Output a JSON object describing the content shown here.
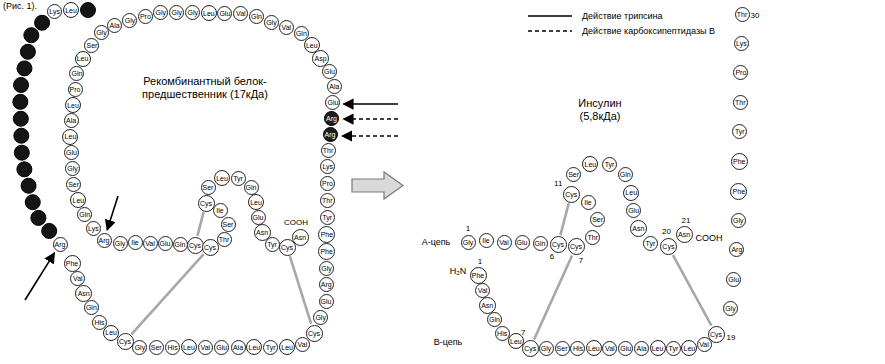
{
  "diagram": {
    "nodes": [
      {
        "text": [
          "Leu"
        ]
      },
      {
        "text": [
          "Lys"
        ]
      },
      {
        "text": [
          "Arg"
        ]
      },
      {
        "text": [
          "Phe"
        ]
      },
      {
        "text": [
          "Val"
        ]
      },
      {
        "text": [
          "Asn"
        ]
      },
      {
        "text": [
          "Gln"
        ]
      },
      {
        "text": [
          "His"
        ]
      },
      {
        "text": [
          "Leu"
        ]
      },
      {
        "text": [
          "Cys"
        ]
      },
      {
        "text": [
          "Gly"
        ]
      },
      {
        "text": [
          "Ser"
        ]
      },
      {
        "text": [
          "His"
        ]
      },
      {
        "text": [
          "Leu"
        ]
      },
      {
        "text": [
          "Val"
        ]
      },
      {
        "text": [
          "Glu"
        ]
      },
      {
        "text": [
          "Ala"
        ]
      },
      {
        "text": [
          "Leu"
        ]
      },
      {
        "text": [
          "Tyr"
        ]
      },
      {
        "text": [
          "Leu"
        ]
      },
      {
        "text": [
          "Val"
        ]
      },
      {
        "text": [
          "Cys"
        ]
      },
      {
        "text": [
          "Gly"
        ]
      },
      {
        "text": [
          "Glu"
        ]
      },
      {
        "text": [
          "Arg"
        ]
      },
      {
        "text": [
          "Gly"
        ]
      },
      {
        "text": [
          "Phe"
        ]
      },
      {
        "text": [
          "Phe"
        ]
      },
      {
        "text": [
          "Tyr"
        ]
      },
      {
        "text": [
          "Thr"
        ]
      },
      {
        "text": [
          "Pro"
        ]
      },
      {
        "text": [
          "Lys"
        ]
      },
      {
        "text": [
          "Thr"
        ]
      },
      {
        "text": [
          "Arg"
        ]
      },
      {
        "text": [
          "Arg"
        ]
      },
      {
        "text": [
          "Glu"
        ]
      },
      {
        "text": [
          "Ala"
        ]
      },
      {
        "text": [
          "Glu"
        ]
      },
      {
        "text": [
          "Asp"
        ]
      },
      {
        "text": [
          "Leu"
        ]
      },
      {
        "text": [
          "Gln"
        ]
      },
      {
        "text": [
          "Val"
        ]
      },
      {
        "text": [
          "Gly"
        ]
      },
      {
        "text": [
          "Gln"
        ]
      },
      {
        "text": [
          "Val"
        ]
      },
      {
        "text": [
          "Glu"
        ]
      },
      {
        "text": [
          "Leu"
        ]
      },
      {
        "text": [
          "Gly"
        ]
      },
      {
        "text": [
          "Gly"
        ]
      },
      {
        "text": [
          "Gly"
        ]
      },
      {
        "text": [
          "Pro"
        ]
      },
      {
        "text": [
          "Gly"
        ]
      },
      {
        "text": [
          "Ala"
        ]
      },
      {
        "text": [
          "Gly"
        ]
      },
      {
        "text": [
          "Ser"
        ]
      },
      {
        "text": [
          "Leu"
        ]
      },
      {
        "text": [
          "Gln"
        ]
      },
      {
        "text": [
          "Pro"
        ]
      },
      {
        "text": [
          "Leu"
        ]
      },
      {
        "text": [
          "Ala"
        ]
      },
      {
        "text": [
          "Leu"
        ]
      },
      {
        "text": [
          "Glu"
        ]
      },
      {
        "text": [
          "Gly"
        ]
      },
      {
        "text": [
          "Ser"
        ]
      },
      {
        "text": [
          "Leu"
        ]
      },
      {
        "text": [
          "Gln"
        ]
      },
      {
        "text": [
          "Lys"
        ]
      },
      {
        "text": [
          "Arg"
        ]
      },
      {
        "text": [
          "Gly"
        ]
      },
      {
        "text": [
          "Ile"
        ]
      },
      {
        "text": [
          "Val"
        ]
      },
      {
        "text": [
          "Glu"
        ]
      },
      {
        "text": [
          "Gln"
        ]
      },
      {
        "text": [
          "Cys"
        ]
      },
      {
        "text": [
          "Cys"
        ]
      },
      {
        "text": [
          "Thr"
        ]
      },
      {
        "text": [
          "Ser"
        ]
      },
      {
        "text": [
          "Ile"
        ]
      },
      {
        "text": [
          "Cys"
        ]
      },
      {
        "text": [
          "Ser"
        ]
      },
      {
        "text": [
          "Leu"
        ]
      },
      {
        "text": [
          "Tyr"
        ]
      },
      {
        "text": [
          "Gln"
        ]
      },
      {
        "text": [
          "Leu"
        ]
      },
      {
        "text": [
          "Glu"
        ]
      },
      {
        "text": [
          "Asn"
        ]
      },
      {
        "text": [
          "Tyr"
        ]
      },
      {
        "text": [
          "Cys"
        ]
      },
      {
        "text": [
          "Asn"
        ]
      },
      {
        "text": [
          "Gly"
        ]
      },
      {
        "text": [
          "Ile"
        ]
      },
      {
        "text": [
          "Val"
        ]
      },
      {
        "text": [
          "Glu"
        ]
      },
      {
        "text": [
          "Gln"
        ]
      },
      {
        "text": [
          "Cys"
        ]
      },
      {
        "text": [
          "Cys"
        ]
      },
      {
        "text": [
          "Thr"
        ]
      },
      {
        "text": [
          "Ser"
        ]
      },
      {
        "text": [
          "Ile"
        ]
      },
      {
        "text": [
          "Cys"
        ]
      },
      {
        "text": [
          "Ser"
        ]
      },
      {
        "text": [
          "Leu"
        ]
      },
      {
        "text": [
          "Tyr"
        ]
      },
      {
        "text": [
          "Gln"
        ]
      },
      {
        "text": [
          "Leu"
        ]
      },
      {
        "text": [
          "Glu"
        ]
      },
      {
        "text": [
          "Asn"
        ]
      },
      {
        "text": [
          "Tyr"
        ]
      },
      {
        "text": [
          "Cys"
        ]
      },
      {
        "text": [
          "Asn"
        ]
      },
      {
        "text": [
          "Phe"
        ]
      },
      {
        "text": [
          "Val"
        ]
      },
      {
        "text": [
          "Asn"
        ]
      },
      {
        "text": [
          "Gln"
        ]
      },
      {
        "text": [
          "His"
        ]
      },
      {
        "text": [
          "Leu"
        ]
      },
      {
        "text": [
          "Cys"
        ]
      },
      {
        "text": [
          "Gly"
        ]
      },
      {
        "text": [
          "Ser"
        ]
      },
      {
        "text": [
          "His"
        ]
      },
      {
        "text": [
          "Leu"
        ]
      },
      {
        "text": [
          "Val"
        ]
      },
      {
        "text": [
          "Glu"
        ]
      },
      {
        "text": [
          "Ala"
        ]
      },
      {
        "text": [
          "Leu"
        ]
      },
      {
        "text": [
          "Tyr"
        ]
      },
      {
        "text": [
          "Leu"
        ]
      },
      {
        "text": [
          "Val"
        ]
      },
      {
        "text": [
          "Cys"
        ]
      },
      {
        "text": [
          "Gly"
        ]
      },
      {
        "text": [
          "Glu"
        ]
      },
      {
        "text": [
          "Arg"
        ]
      },
      {
        "text": [
          "Gly"
        ]
      },
      {
        "text": [
          "Phe"
        ]
      },
      {
        "text": [
          "Phe"
        ]
      },
      {
        "text": [
          "Tyr"
        ]
      },
      {
        "text": [
          "Thr"
        ]
      },
      {
        "text": [
          "Pro"
        ]
      },
      {
        "text": [
          "Lys"
        ]
      },
      {
        "text": [
          "Thr"
        ]
      }
    ],
    "edges": [
      {
        "from": 73,
        "to": 78,
        "arrow": "none"
      },
      {
        "from": 74,
        "to": 9,
        "arrow": "none"
      },
      {
        "from": 87,
        "to": 21,
        "arrow": "none"
      },
      {
        "from": 94,
        "to": 99,
        "arrow": "none"
      },
      {
        "from": 95,
        "to": 116,
        "arrow": "none"
      },
      {
        "from": 108,
        "to": 128,
        "arrow": "none"
      }
    ],
    "labels": [
      "(Рис. 1).",
      "Рекомбинантный белок-предшественник (17кДа)",
      "COOH",
      "Инсулин (5,8кДа)",
      "А-цепь",
      "В-цепь",
      "H₂N",
      "1",
      "11",
      "6",
      "7",
      "20",
      "21",
      "COOH",
      "1",
      "7",
      "19",
      "30"
    ],
    "legend": [
      {
        "text": "Действие трипсина"
      },
      {
        "text": "Действие карбоксипептидазы В"
      }
    ]
  }
}
